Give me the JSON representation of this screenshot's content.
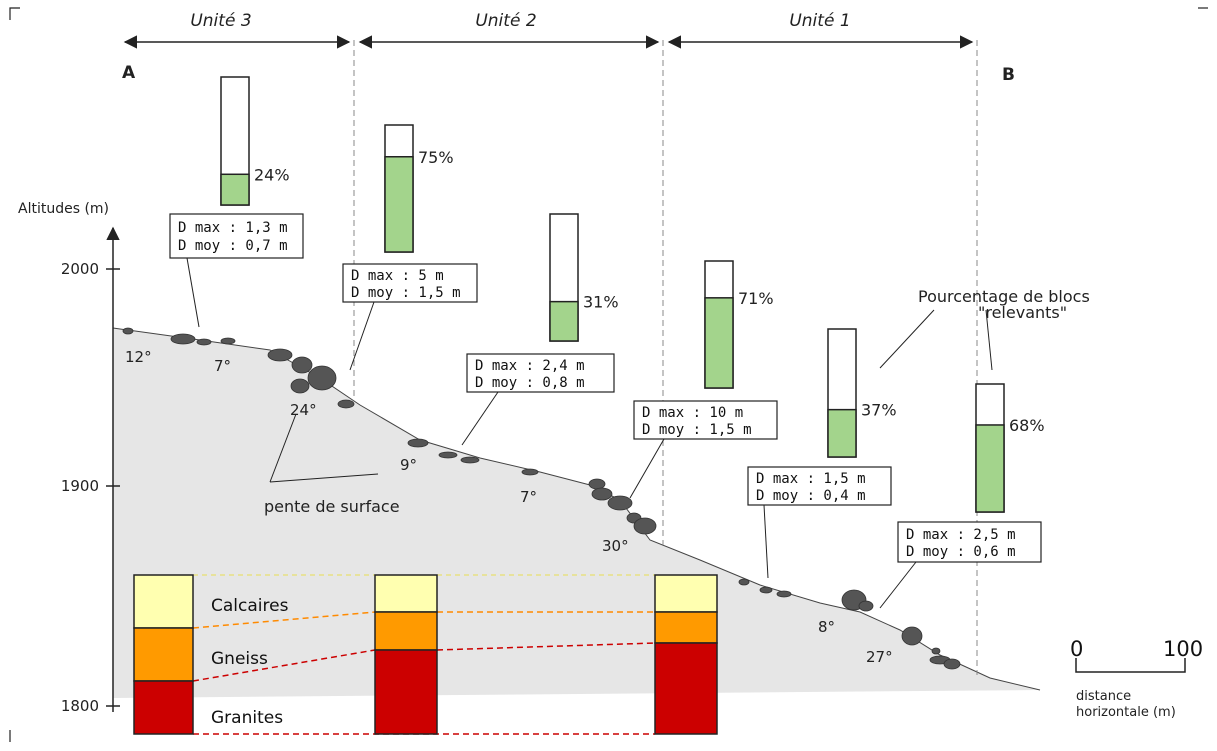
{
  "units": [
    {
      "label": "Unité 3"
    },
    {
      "label": "Unité 2"
    },
    {
      "label": "Unité 1"
    }
  ],
  "endpoints": {
    "start": "A",
    "end": "B"
  },
  "axis": {
    "title": "Altitudes (m)",
    "ticks": [
      {
        "label": "2000",
        "value": 2000
      },
      {
        "label": "1900",
        "value": 1900
      },
      {
        "label": "1800",
        "value": 1800
      }
    ]
  },
  "sites": [
    {
      "pct_label": "24%",
      "pct_value": 24,
      "dmax": "D max : 1,3 m",
      "dmoy": "D moy : 0,7 m"
    },
    {
      "pct_label": "75%",
      "pct_value": 75,
      "dmax": "D max : 5 m",
      "dmoy": "D moy : 1,5 m"
    },
    {
      "pct_label": "31%",
      "pct_value": 31,
      "dmax": "D max : 2,4 m",
      "dmoy": "D moy : 0,8 m"
    },
    {
      "pct_label": "71%",
      "pct_value": 71,
      "dmax": "D max : 10 m",
      "dmoy": "D moy : 1,5 m"
    },
    {
      "pct_label": "37%",
      "pct_value": 37,
      "dmax": "D max : 1,5 m",
      "dmoy": "D moy : 0,4 m"
    },
    {
      "pct_label": "68%",
      "pct_value": 68,
      "dmax": "D max : 2,5 m",
      "dmoy": "D moy : 0,6 m"
    }
  ],
  "slopes": [
    "12°",
    "7°",
    "24°",
    "9°",
    "7°",
    "30°",
    "8°",
    "27°"
  ],
  "annotations": {
    "surface_slope": "pente de surface",
    "relevant_line1": "Pourcentage de blocs",
    "relevant_line2": "\"relevants\""
  },
  "lithology": [
    "Calcaires",
    "Gneiss",
    "Granites"
  ],
  "scale": {
    "zero": "0",
    "hundred": "100",
    "caption_line1": "distance",
    "caption_line2": "horizontale (m)"
  },
  "colors": {
    "bar_fill": "#a3d48c",
    "terrain": "#e6e6e6",
    "calcaires": "#ffffb0",
    "gneiss": "#ff9a00",
    "granites": "#cc0000",
    "block": "#555555"
  }
}
